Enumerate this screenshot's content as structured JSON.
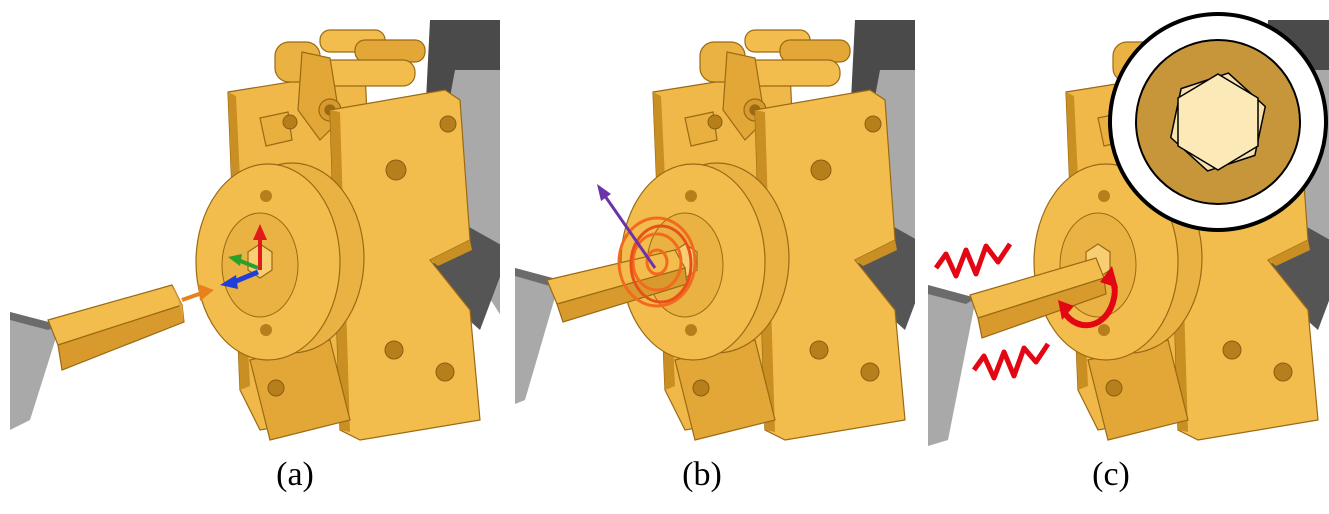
{
  "figure": {
    "panels": [
      {
        "label": "(a)"
      },
      {
        "label": "(b)"
      },
      {
        "label": "(c)"
      }
    ]
  },
  "colors": {
    "part_light": "#f3bd4e",
    "part_mid": "#e3a737",
    "part_shadow": "#c98f22",
    "part_edge": "#9a6a14",
    "gray_tool": "#a9a9a9",
    "gray_dark": "#575757",
    "axis_x": "#1f3fd8",
    "axis_y": "#2aa02a",
    "axis_z": "#e01a1a",
    "arrow_orange": "#e8801c",
    "arrow_purple": "#6a33a8",
    "ripple_orange": "#f26a1f",
    "vibration_red": "#e30613",
    "inset_hex": "#fce9b8"
  }
}
